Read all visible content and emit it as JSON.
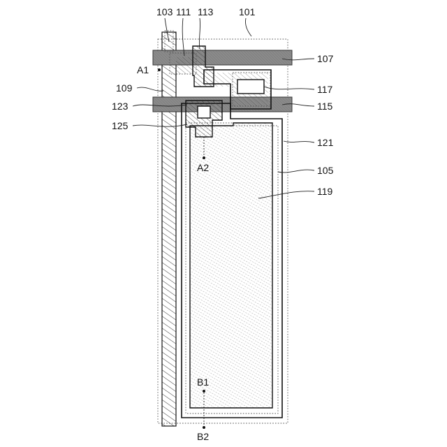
{
  "diagram": {
    "labels": {
      "l101": "101",
      "l103": "103",
      "l111": "111",
      "l113": "113",
      "l107": "107",
      "lA1": "A1",
      "l109": "109",
      "l117": "117",
      "l123": "123",
      "l115": "115",
      "l125": "125",
      "l121": "121",
      "lA2": "A2",
      "l105": "105",
      "l119": "119",
      "lB1": "B1",
      "lB2": "B2"
    },
    "colors": {
      "line": "#111111",
      "bar_fill": "#8a8a8a",
      "hatch": "#333333",
      "fine_hatch": "#8c8c8c"
    }
  }
}
